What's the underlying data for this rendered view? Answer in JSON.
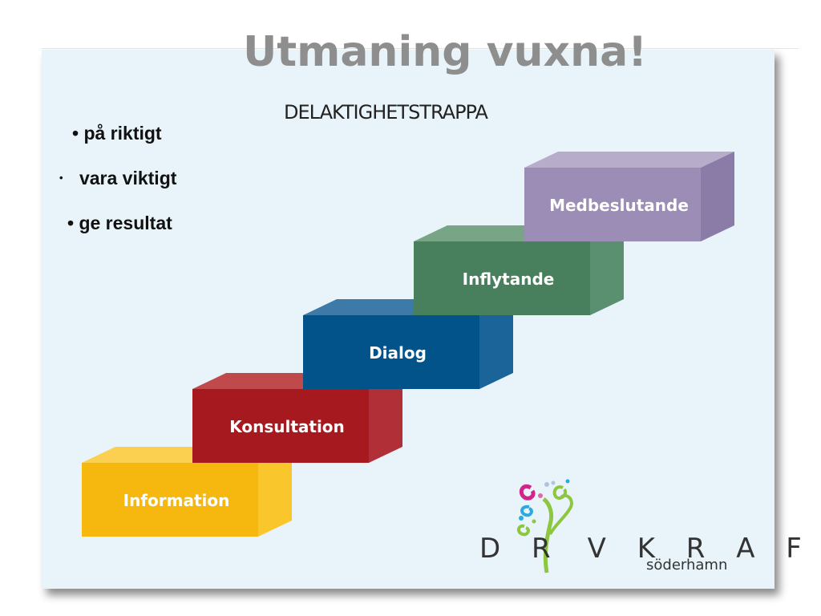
{
  "slide": {
    "title": "Utmaning vuxna!",
    "diagram_title": "DELAKTIGHETSTRAPPA",
    "bullets": [
      "på riktigt",
      "vara viktigt",
      "ge resultat"
    ]
  },
  "steps": [
    {
      "label": "Information",
      "front": "#f6b80f",
      "top": "#fbd050",
      "side": "#f9c72c"
    },
    {
      "label": "Konsultation",
      "front": "#a6191f",
      "top": "#c0494c",
      "side": "#b13037"
    },
    {
      "label": "Dialog",
      "front": "#03538b",
      "top": "#3d7aa8",
      "side": "#1a6499"
    },
    {
      "label": "Inflytande",
      "front": "#48805d",
      "top": "#78a585",
      "side": "#5a9070"
    },
    {
      "label": "Medbeslutande",
      "front": "#9b8db5",
      "top": "#b7acca",
      "side": "#8a7ca6"
    }
  ],
  "logo": {
    "wordmark_left": "D R",
    "wordmark_right": "V K R A F T",
    "subtitle": "söderhamn"
  }
}
